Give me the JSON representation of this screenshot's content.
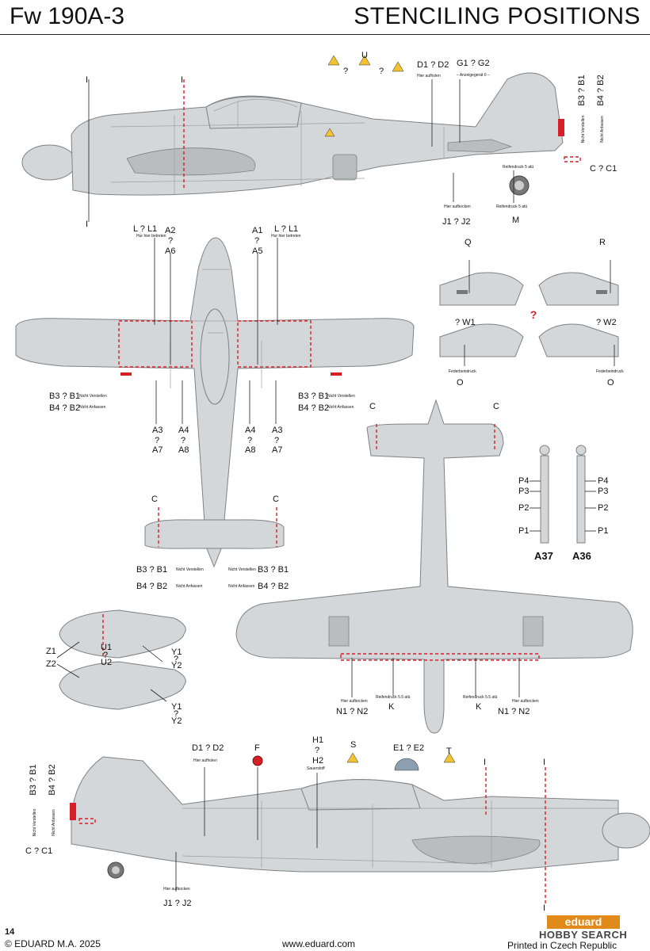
{
  "header": {
    "model": "Fw 190A-3",
    "title": "STENCILING POSITIONS"
  },
  "footer": {
    "page_number": "14",
    "copyright": "© EDUARD M.A. 2025",
    "website": "www.eduard.com",
    "printed": "Printed in Czech Republic",
    "brand_logo_text": "eduard",
    "watermark_text": "HOBBY SEARCH"
  },
  "labels": {
    "I": "I",
    "U": "U",
    "q": "?",
    "D1_D2": "D1 ? D2",
    "G1_G2": "G1 ? G2",
    "anzeigegeraet": "– Anzeigegerät 0 –",
    "hier_aufholen": "Hier aufholen",
    "B3_B1": "B3 ? B1",
    "B4_B2": "B4 ? B2",
    "nicht_verstellen": "Nicht Verstellen",
    "nicht_anfassen": "Nicht Anfassen",
    "C_C1": "C ? C1",
    "reifendruck_5": "Reifendruck 5 atü",
    "M": "M",
    "hier_aufbocken": "Hier aufbocken",
    "J1_J2": "J1 ? J2",
    "L_L1": "L ? L1",
    "hier_betreten": "Hur hier betreten",
    "A2": "A2",
    "A6": "A6",
    "A1": "A1",
    "A5": "A5",
    "Q": "Q",
    "R": "R",
    "W1": "? W1",
    "W2": "? W2",
    "federbeindruck": "Federbeindruck",
    "O": "O",
    "A3": "A3",
    "A7": "A7",
    "A4": "A4",
    "A8": "A8",
    "C": "C",
    "P4": "P4",
    "P3": "P3",
    "P2": "P2",
    "P1": "P1",
    "A37": "A37",
    "A36": "A36",
    "Z1": "Z1",
    "Z2": "Z2",
    "U1": "U1",
    "U2": "U2",
    "Y1": "Y1",
    "Y2": "Y2",
    "reifendruck_55": "Reifendruck 5.5 atü",
    "K": "K",
    "N1_N2": "N1 ? N2",
    "F": "F",
    "H1": "H1",
    "H2": "H2",
    "sauerstoff": "Sauerstoff",
    "S": "S",
    "E1_E2": "E1 ? E2",
    "T": "T"
  },
  "colors": {
    "aircraft_fill": "#d4d7d9",
    "panel_line": "#8e9396",
    "stencil_red": "#d61f26",
    "warning_yellow": "#f2c230",
    "accent_orange": "#e08a1a"
  }
}
